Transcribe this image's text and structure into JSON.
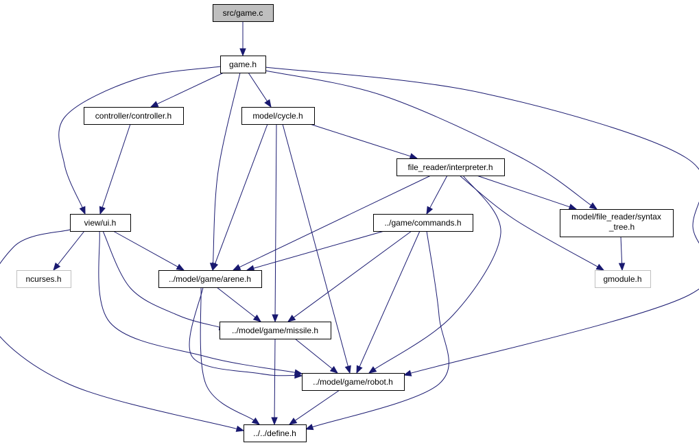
{
  "graph": {
    "colors": {
      "edge": "#191970",
      "node_border": "#000000",
      "node_fill": "#ffffff",
      "root_fill": "#bfbfbf",
      "external_border": "#bfbfbf"
    },
    "nodes": [
      {
        "id": "game_c",
        "label": "src/game.c",
        "kind": "root"
      },
      {
        "id": "game_h",
        "label": "game.h",
        "kind": "normal"
      },
      {
        "id": "controller_h",
        "label": "controller/controller.h",
        "kind": "normal"
      },
      {
        "id": "cycle_h",
        "label": "model/cycle.h",
        "kind": "normal"
      },
      {
        "id": "interpreter_h",
        "label": "file_reader/interpreter.h",
        "kind": "normal"
      },
      {
        "id": "ui_h",
        "label": "view/ui.h",
        "kind": "normal"
      },
      {
        "id": "commands_h",
        "label": "../game/commands.h",
        "kind": "normal"
      },
      {
        "id": "syntax_tree_h",
        "label": "model/file_reader/syntax",
        "label2": "_tree.h",
        "kind": "normal"
      },
      {
        "id": "ncurses_h",
        "label": "ncurses.h",
        "kind": "external"
      },
      {
        "id": "arene_h",
        "label": "../model/game/arene.h",
        "kind": "normal"
      },
      {
        "id": "gmodule_h",
        "label": "gmodule.h",
        "kind": "external"
      },
      {
        "id": "missile_h",
        "label": "../model/game/missile.h",
        "kind": "normal"
      },
      {
        "id": "robot_h",
        "label": "../model/game/robot.h",
        "kind": "normal"
      },
      {
        "id": "define_h",
        "label": "../../define.h",
        "kind": "normal"
      }
    ],
    "edges": [
      {
        "from": "game_c",
        "to": "game_h"
      },
      {
        "from": "game_h",
        "to": "controller_h"
      },
      {
        "from": "game_h",
        "to": "cycle_h"
      },
      {
        "from": "game_h",
        "to": "ui_h"
      },
      {
        "from": "game_h",
        "to": "arene_h"
      },
      {
        "from": "game_h",
        "to": "syntax_tree_h"
      },
      {
        "from": "game_h",
        "to": "robot_h"
      },
      {
        "from": "controller_h",
        "to": "ui_h"
      },
      {
        "from": "cycle_h",
        "to": "interpreter_h"
      },
      {
        "from": "cycle_h",
        "to": "arene_h"
      },
      {
        "from": "cycle_h",
        "to": "missile_h"
      },
      {
        "from": "cycle_h",
        "to": "robot_h"
      },
      {
        "from": "interpreter_h",
        "to": "arene_h"
      },
      {
        "from": "interpreter_h",
        "to": "commands_h"
      },
      {
        "from": "interpreter_h",
        "to": "syntax_tree_h"
      },
      {
        "from": "interpreter_h",
        "to": "gmodule_h"
      },
      {
        "from": "interpreter_h",
        "to": "robot_h"
      },
      {
        "from": "ui_h",
        "to": "ncurses_h"
      },
      {
        "from": "ui_h",
        "to": "arene_h"
      },
      {
        "from": "ui_h",
        "to": "missile_h"
      },
      {
        "from": "ui_h",
        "to": "robot_h"
      },
      {
        "from": "ui_h",
        "to": "define_h"
      },
      {
        "from": "commands_h",
        "to": "arene_h"
      },
      {
        "from": "commands_h",
        "to": "missile_h"
      },
      {
        "from": "commands_h",
        "to": "robot_h"
      },
      {
        "from": "commands_h",
        "to": "define_h"
      },
      {
        "from": "syntax_tree_h",
        "to": "gmodule_h"
      },
      {
        "from": "arene_h",
        "to": "missile_h"
      },
      {
        "from": "arene_h",
        "to": "robot_h"
      },
      {
        "from": "arene_h",
        "to": "define_h"
      },
      {
        "from": "missile_h",
        "to": "robot_h"
      },
      {
        "from": "missile_h",
        "to": "define_h"
      },
      {
        "from": "robot_h",
        "to": "define_h"
      }
    ]
  }
}
